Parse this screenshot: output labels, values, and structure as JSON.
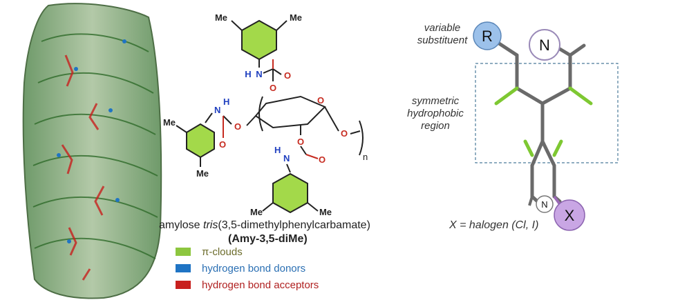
{
  "structure": {
    "substituent_label": "Me",
    "nitrogen_label": "N",
    "hydrogen_label": "H",
    "oxygen_label": "O",
    "repeat_label": "n",
    "caption_line1_prefix": "amylose ",
    "caption_line1_italic": "tris",
    "caption_line1_suffix": "(3,5-dimethylphenylcarbamate)",
    "caption_line2": "Amy-3,5-diMe"
  },
  "legend": {
    "items": [
      {
        "label": "π-clouds",
        "color": "#8dc63f",
        "text_color": "#6b6b2a"
      },
      {
        "label": "hydrogen bond donors",
        "color": "#1f74c4",
        "text_color": "#2a6fb3"
      },
      {
        "label": "hydrogen bond acceptors",
        "color": "#c8201e",
        "text_color": "#b02020"
      }
    ]
  },
  "pyridine": {
    "annotation_variable": "variable substituent",
    "annotation_variable_line1": "variable",
    "annotation_variable_line2": "substituent",
    "annotation_region_line1": "symmetric",
    "annotation_region_line2": "hydrophobic",
    "annotation_region_line3": "region",
    "r_label": "R",
    "n_label": "N",
    "x_label": "X",
    "n2_label": "N",
    "footnote": "X = halogen  (Cl, I)"
  },
  "colors": {
    "phenyl": "#a3d94a",
    "nitrogen": "#1f3fbf",
    "oxygen": "#c62a1f",
    "halogen_green": "#7ec832",
    "r_circle": "#9cc1ea",
    "x_circle": "#c9a6e4",
    "dashed_box": "#4a7a9a"
  }
}
